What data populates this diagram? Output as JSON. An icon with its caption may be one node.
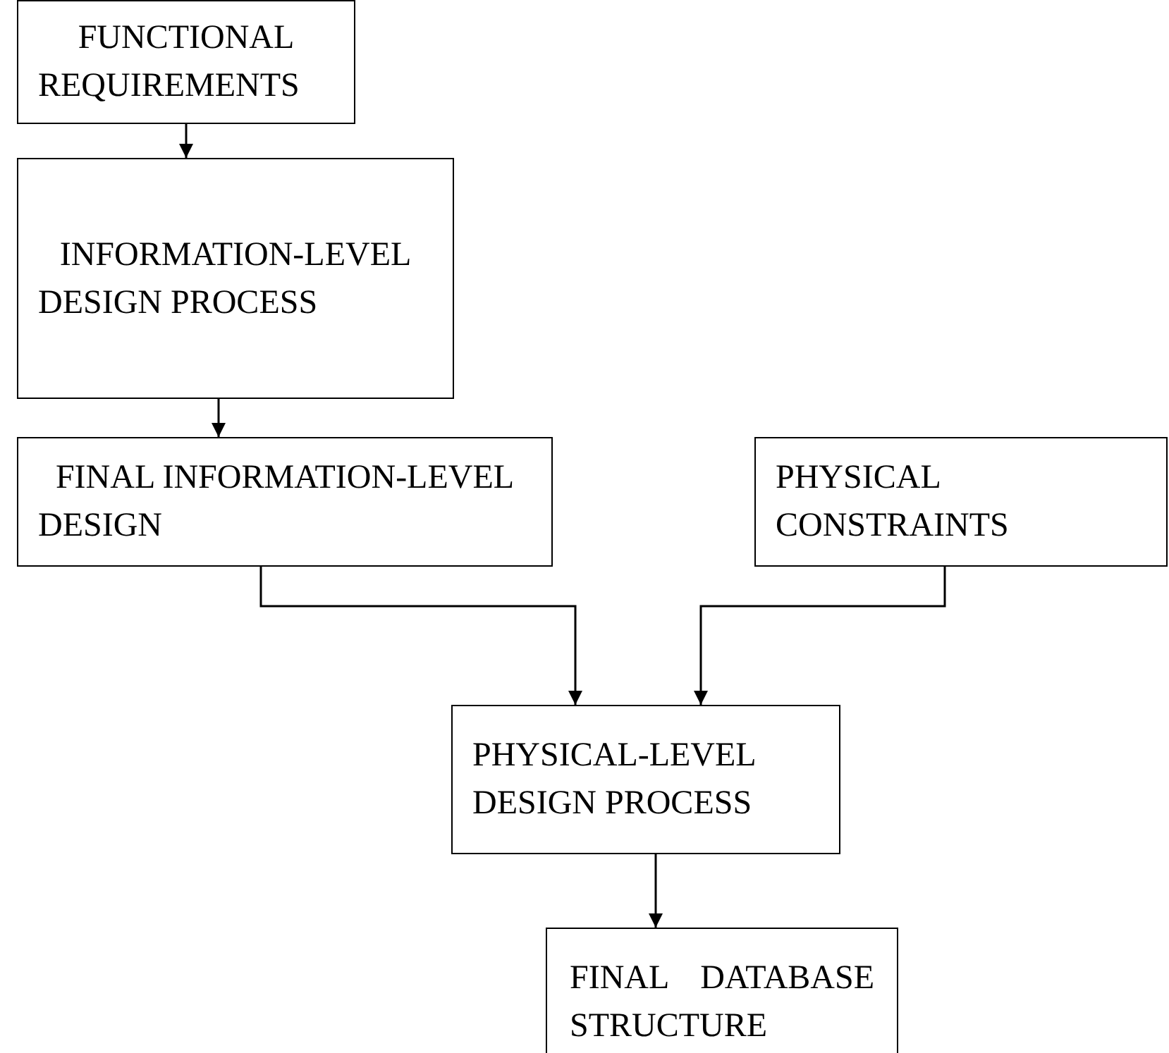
{
  "diagram": {
    "nodes": [
      {
        "text": [
          "FUNCTIONAL REQUIREMENTS"
        ]
      },
      {
        "text": [
          "INFORMATION-LEVEL DESIGN PROCESS"
        ]
      },
      {
        "text": [
          "FINAL INFORMATION-LEVEL DESIGN"
        ]
      },
      {
        "text": [
          "PHYSICAL CONSTRAINTS"
        ]
      },
      {
        "text": [
          "PHYSICAL-LEVEL DESIGN PROCESS"
        ]
      },
      {
        "text": [
          "FINAL DATABASE STRUCTURE"
        ]
      }
    ],
    "edges": [
      {
        "from": 0,
        "to": 1,
        "arrow": "to"
      },
      {
        "from": 1,
        "to": 2,
        "arrow": "to"
      },
      {
        "from": 2,
        "to": 4,
        "arrow": "to"
      },
      {
        "from": 3,
        "to": 4,
        "arrow": "to"
      },
      {
        "from": 4,
        "to": 5,
        "arrow": "to"
      }
    ]
  }
}
